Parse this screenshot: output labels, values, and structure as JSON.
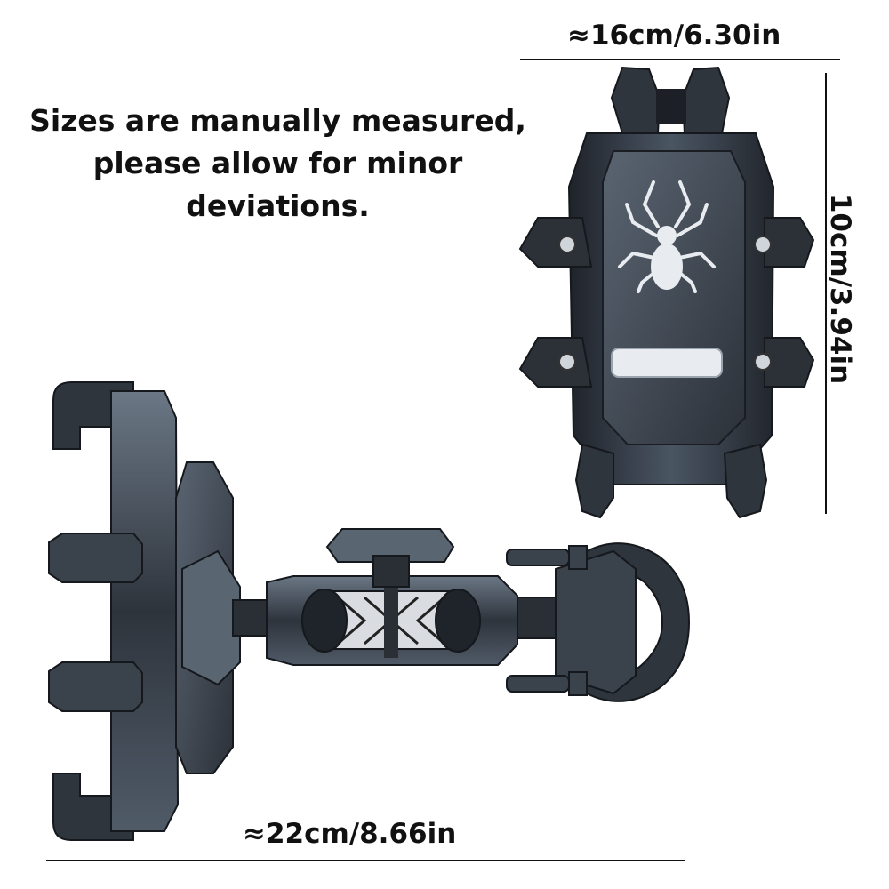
{
  "note": {
    "line1": "Sizes are manually measured,",
    "line2": "please allow for minor deviations."
  },
  "dimensions": {
    "width_top": "≈16cm/6.30in",
    "height_side": "10cm/3.94in",
    "length_bottom": "≈22cm/8.66in"
  },
  "colors": {
    "metal_dark": "#2b2f36",
    "metal_mid": "#4a5563",
    "metal_light": "#8b96a3",
    "accent": "#e8ecf0"
  }
}
